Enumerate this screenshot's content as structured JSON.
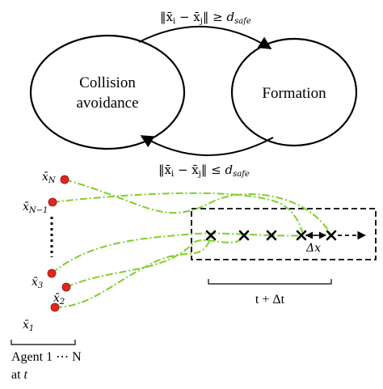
{
  "states": {
    "collision_line1": "Collision",
    "collision_line2": "avoidance",
    "formation": "Formation"
  },
  "conditions": {
    "top": "‖x̄ᵢ − x̄ⱼ‖ ≥ d_safe",
    "bottom": "‖x̄ᵢ − x̄ⱼ‖ ≤ d_safe"
  },
  "agents": {
    "labels": [
      "x̄_N",
      "x̄_{N−1}",
      "x̄_3",
      "x̄_2",
      "x̄_1"
    ],
    "caption_line1": "Agent 1 ⋯ N",
    "caption_line2": "at t"
  },
  "target": {
    "time_label": "t + Δt",
    "spacing_label": "Δx"
  },
  "colors": {
    "agent_dot": "#e8231d",
    "trajectory": "#7dd12a"
  }
}
